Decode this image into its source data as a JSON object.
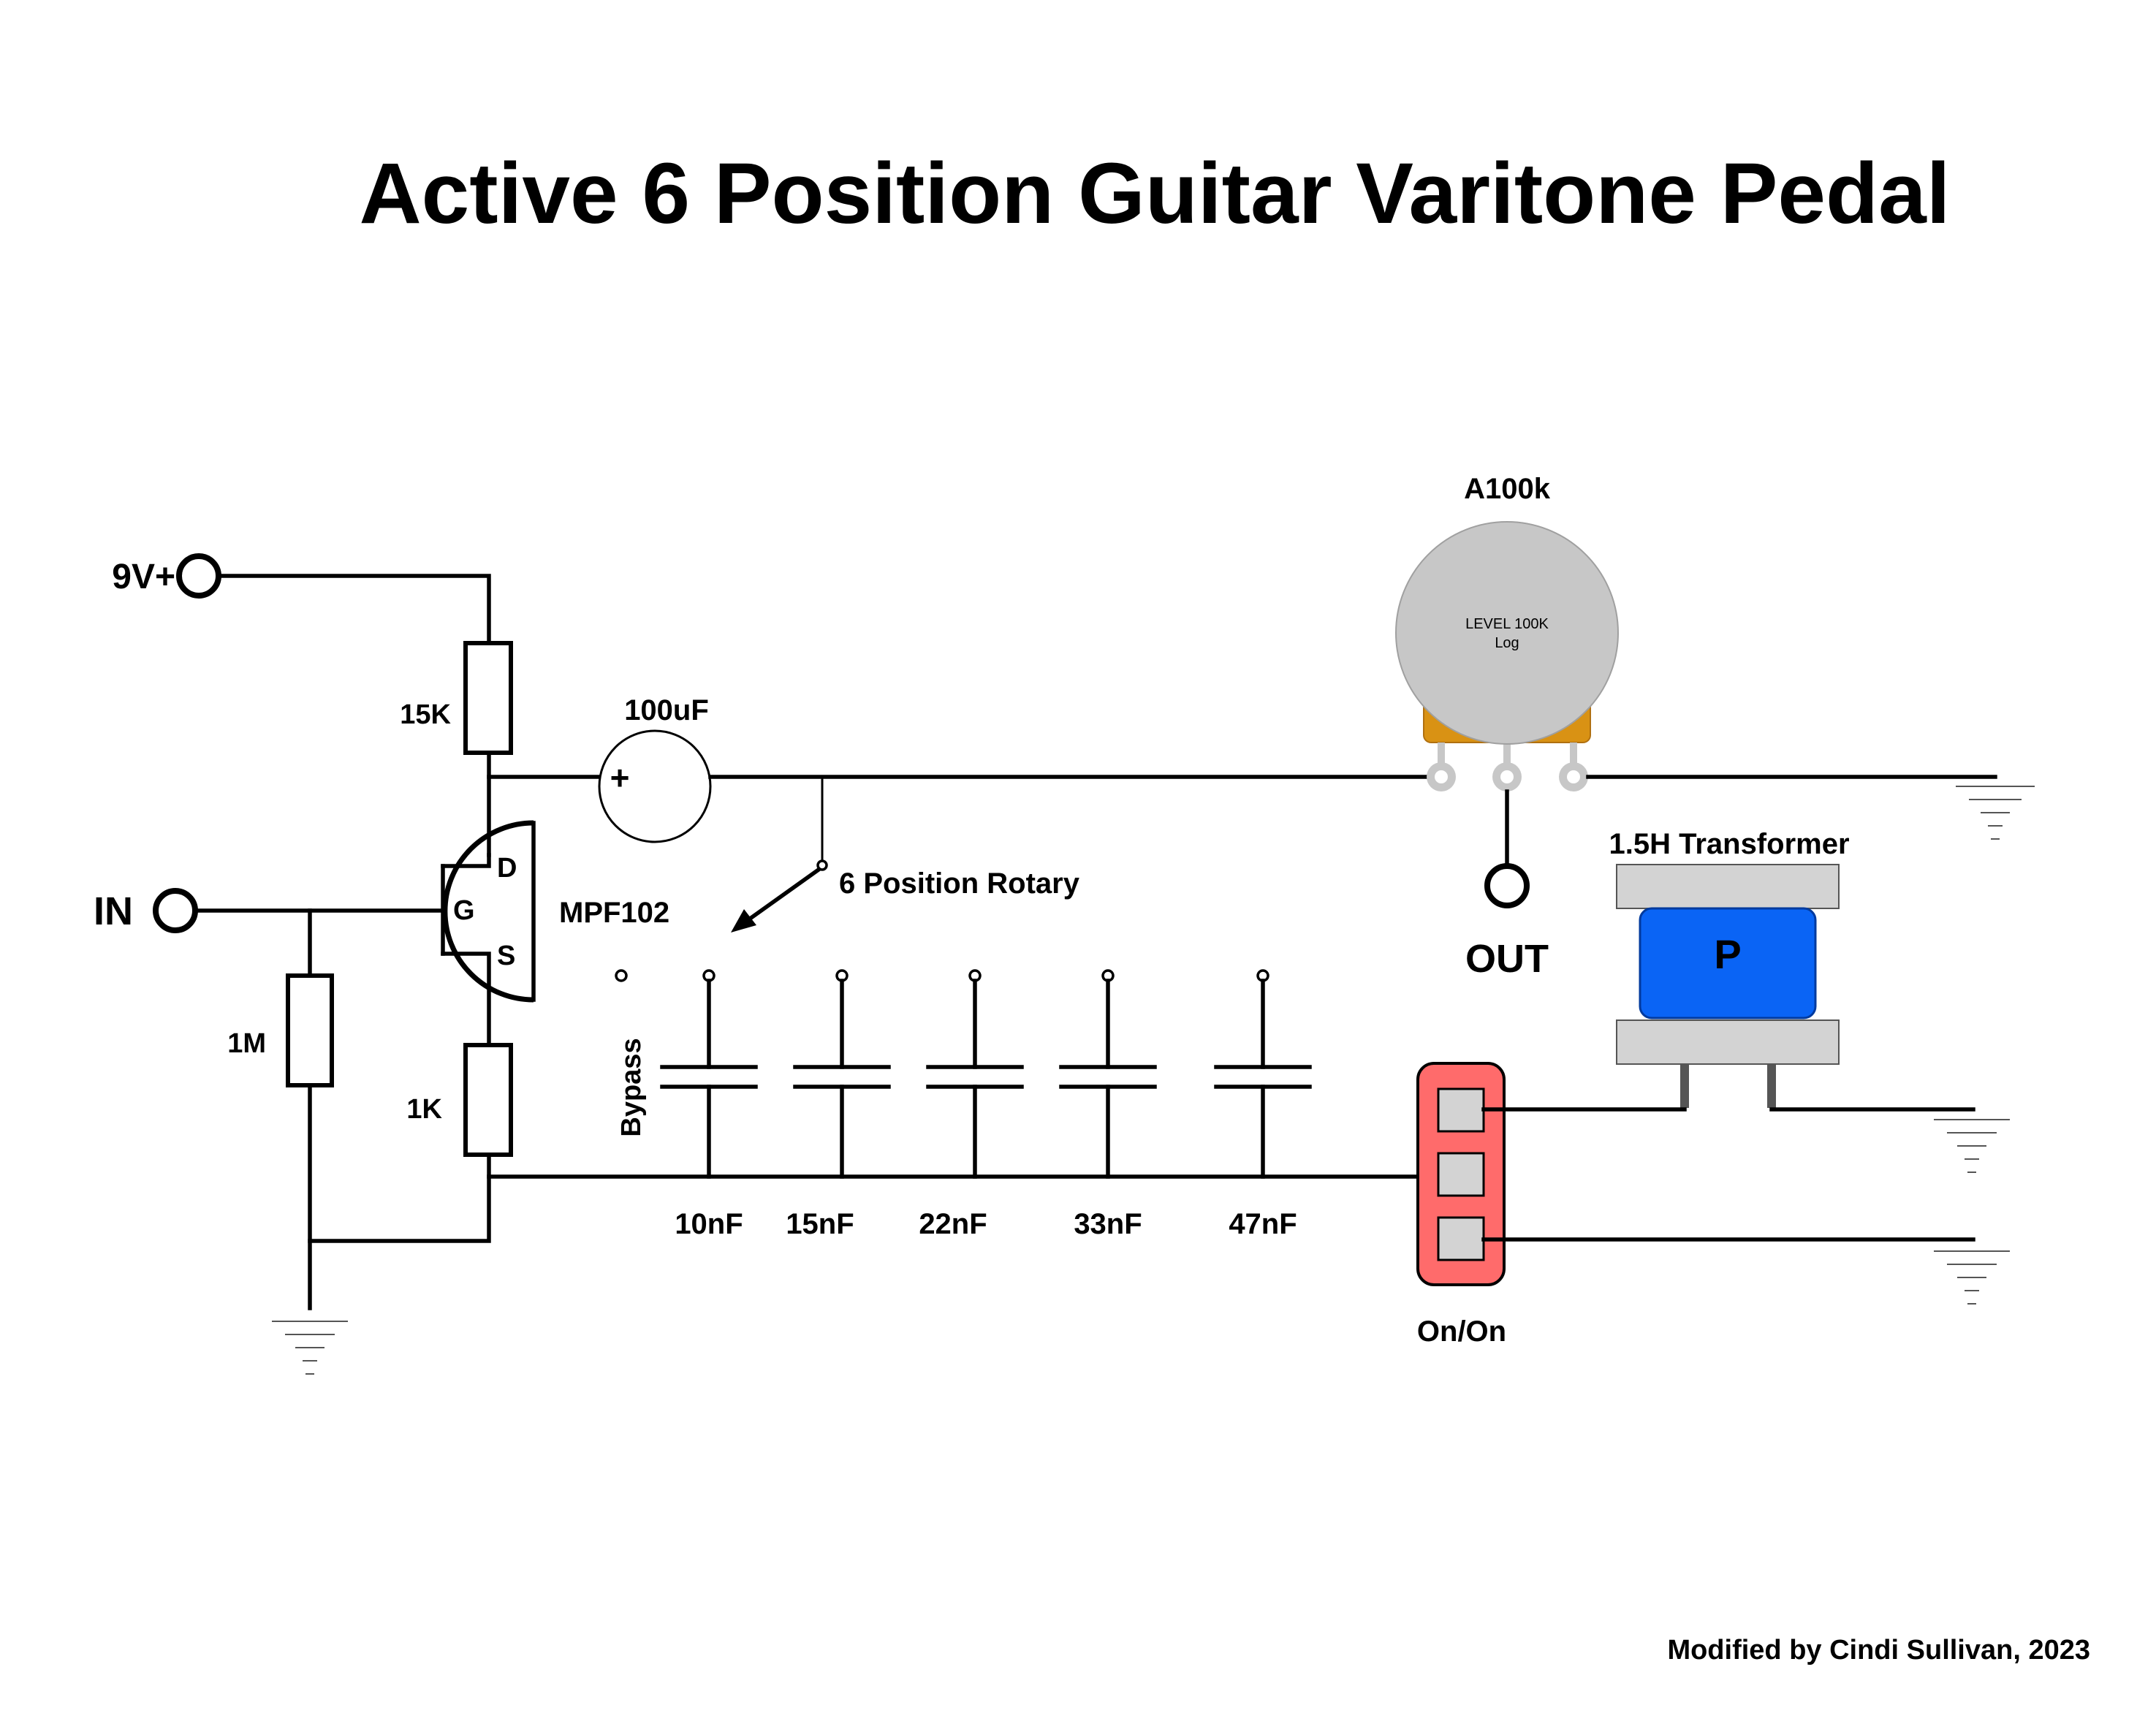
{
  "title": "Active 6 Position Guitar Varitone Pedal",
  "credit": "Modified by Cindi Sullivan, 2023",
  "terminals": {
    "power": "9V+",
    "input": "IN",
    "output": "OUT"
  },
  "resistors": {
    "drain": "15K",
    "gate": "1M",
    "source": "1K"
  },
  "transistor": {
    "part": "MPF102",
    "drain_pin": "D",
    "gate_pin": "G",
    "source_pin": "S"
  },
  "capacitor_coupling": {
    "value": "100uF",
    "polarity": "+"
  },
  "rotary_switch": {
    "label": "6 Position Rotary",
    "bypass_label": "Bypass",
    "capacitors": [
      "10nF",
      "15nF",
      "22nF",
      "33nF",
      "47nF"
    ]
  },
  "potentiometer": {
    "label": "A100k",
    "face_line1": "LEVEL 100K",
    "face_line2": "Log",
    "body_color": "#c7c7c7",
    "bracket_color": "#d99214"
  },
  "transformer": {
    "label": "1.5H Transformer",
    "coil_label": "P",
    "coil_color": "#0a64f5",
    "core_color": "#d3d3d3"
  },
  "toggle_switch": {
    "label": "On/On",
    "body_color": "#ff6b6b"
  }
}
